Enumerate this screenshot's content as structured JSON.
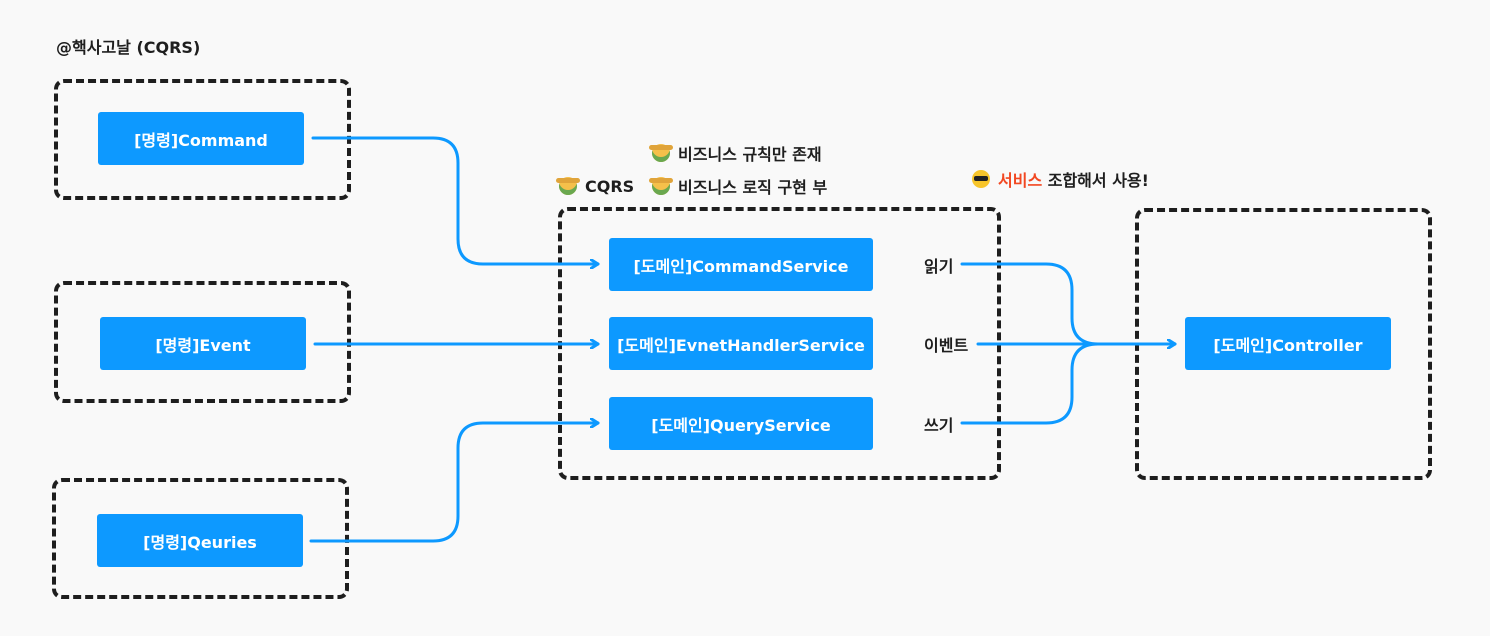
{
  "title": "@핵사고날 (CQRS)",
  "nodes": {
    "command": "[명령]Command",
    "event": "[명령]Event",
    "queries": "[명령]Qeuries",
    "command_service": "[도메인]CommandService",
    "event_handler_service": "[도메인]EvnetHandlerService",
    "query_service": "[도메인]QueryService",
    "controller": "[도메인]Controller"
  },
  "annotations": {
    "cqrs": "CQRS",
    "rule_only": "비즈니스 규칙만 존재",
    "logic_impl": "비즈니스 로직 구현 부",
    "service_prefix": "서비스",
    "service_suffix": " 조합해서 사용!"
  },
  "edge_labels": {
    "read": "읽기",
    "event": "이벤트",
    "write": "쓰기"
  },
  "icons": {
    "cqrs": "farmer-emoji-icon",
    "rule_only": "farmer-emoji-icon",
    "logic_impl": "farmer-emoji-icon",
    "service": "sunglasses-emoji-icon"
  },
  "colors": {
    "node": "#0d99ff",
    "arrow": "#0d99ff",
    "border": "#1e1e1e",
    "highlight": "#f24822",
    "background": "#f9f9f9"
  }
}
